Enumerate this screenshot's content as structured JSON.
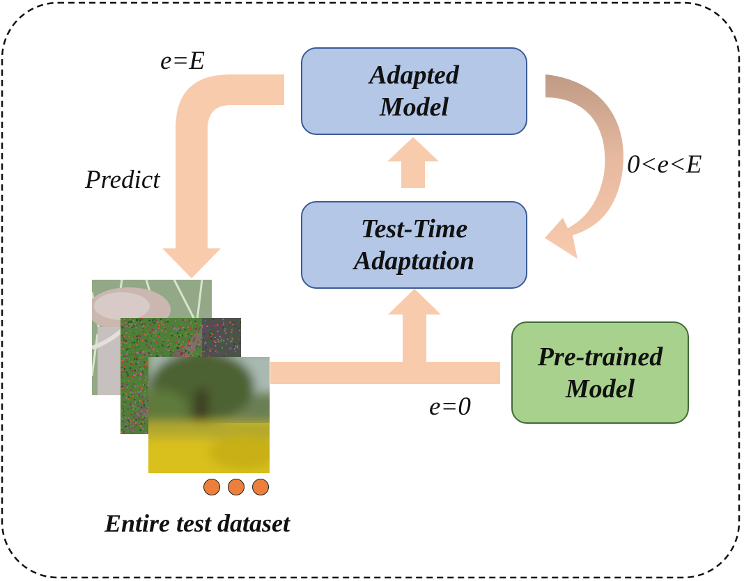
{
  "boxes": {
    "adapted_model": {
      "line1": "Adapted",
      "line2": "Model"
    },
    "tta": {
      "line1": "Test-Time",
      "line2": "Adaptation"
    },
    "pretrained": {
      "line1": "Pre-trained",
      "line2": "Model"
    }
  },
  "labels": {
    "e_equals_E": "e=E",
    "predict": "Predict",
    "loop": "0<e<E",
    "e_zero": "e=0",
    "dataset": "Entire test dataset"
  },
  "colors": {
    "blue_box": "#b4c7e7",
    "blue_border": "#3b5b96",
    "green_box": "#a9d18e",
    "green_border": "#3f6b35",
    "arrow": "#f8cbad",
    "loop_arrow_top": "#c09a83",
    "dots": "#ec7f3a"
  },
  "images": [
    {
      "name": "mushroom-image",
      "depicts": "mushroom"
    },
    {
      "name": "noisy-image",
      "depicts": "noise-corrupted"
    },
    {
      "name": "blurred-image",
      "depicts": "blurred tree and field"
    }
  ]
}
